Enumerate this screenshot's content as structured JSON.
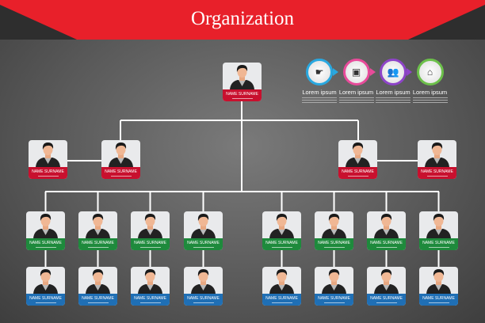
{
  "header": {
    "title": "Organization",
    "color": "#e8202a"
  },
  "steps": [
    {
      "icon": "handshake-icon",
      "glyph": "☛",
      "color": "#29a8e0",
      "label": "Lorem ipsum"
    },
    {
      "icon": "id-card-icon",
      "glyph": "▣",
      "color": "#e84b9a",
      "label": "Lorem ipsum"
    },
    {
      "icon": "team-icon",
      "glyph": "👥",
      "color": "#8e44c8",
      "label": "Lorem ipsum"
    },
    {
      "icon": "home-icon",
      "glyph": "⌂",
      "color": "#6cc04a",
      "label": "Lorem ipsum"
    }
  ],
  "levels": [
    {
      "color": "#c8102e",
      "members": [
        "NAME SURNAME"
      ]
    },
    {
      "color": "#c8102e",
      "members": [
        "NAME SURNAME",
        "NAME SURNAME",
        "NAME SURNAME",
        "NAME SURNAME"
      ]
    },
    {
      "color": "#1e8a3c",
      "members": [
        "NAME SURNAME",
        "NAME SURNAME",
        "NAME SURNAME",
        "NAME SURNAME",
        "NAME SURNAME",
        "NAME SURNAME",
        "NAME SURNAME",
        "NAME SURNAME"
      ]
    },
    {
      "color": "#1f6fb5",
      "members": [
        "NAME SURNAME",
        "NAME SURNAME",
        "NAME SURNAME",
        "NAME SURNAME",
        "NAME SURNAME",
        "NAME SURNAME",
        "NAME SURNAME",
        "NAME SURNAME"
      ]
    }
  ]
}
